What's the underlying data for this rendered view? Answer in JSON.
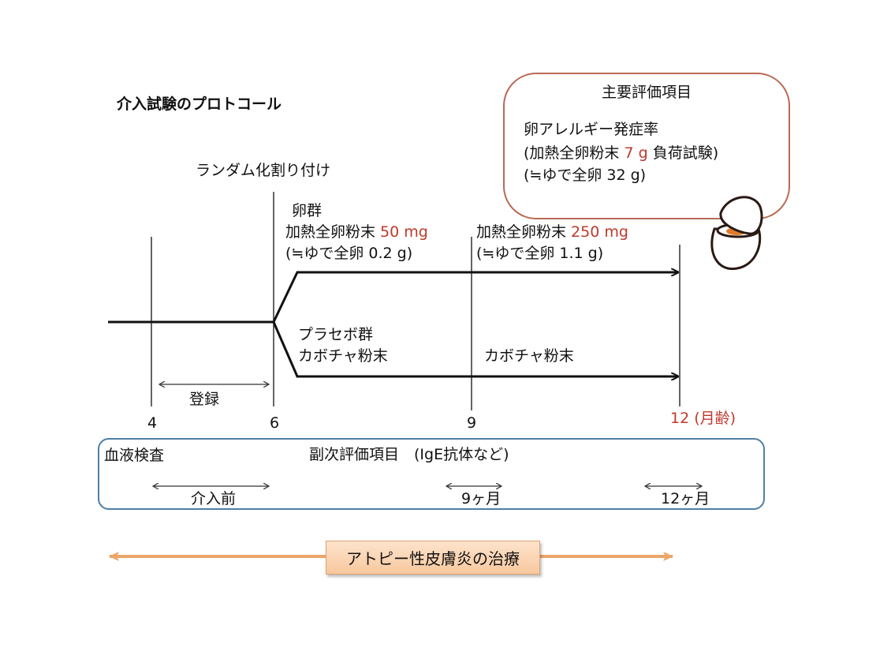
{
  "title": "介入試験のプロトコール",
  "primary_endpoint": {
    "heading": "主要評価項目",
    "line1": "卵アレルギー発症率",
    "line2_pre": "(加熱全卵粉末 ",
    "line2_red": "7 g",
    "line2_post": " 負荷試験)",
    "line3": "(≒ゆで全卵 32 g)"
  },
  "randomization": "ランダム化割り付け",
  "egg_group": {
    "label": "卵群",
    "phase1_pre": "加熱全卵粉末 ",
    "phase1_red": "50 mg",
    "phase1_equiv": "(≒ゆで全卵 0.2 g)",
    "phase2_pre": "加熱全卵粉末 ",
    "phase2_red": "250 mg",
    "phase2_equiv": "(≒ゆで全卵 1.1 g)"
  },
  "placebo_group": {
    "label": "プラセボ群",
    "phase1": "カボチャ粉末",
    "phase2": "カボチャ粉末"
  },
  "enrollment": "登録",
  "ages": {
    "a4": "4",
    "a6": "6",
    "a9": "9",
    "a12": "12 (月齢)"
  },
  "secondary": {
    "blood_test": "血液検査",
    "heading": "副次評価項目　(IgE抗体など)",
    "pre": "介入前",
    "m9": "9ヶ月",
    "m12": "12ヶ月"
  },
  "treatment": "アトピー性皮膚炎の治療",
  "colors": {
    "red": "#c0392b",
    "callout_border": "#b96a55",
    "blue_border": "#4f7fa6",
    "orange": "#eda56a"
  }
}
